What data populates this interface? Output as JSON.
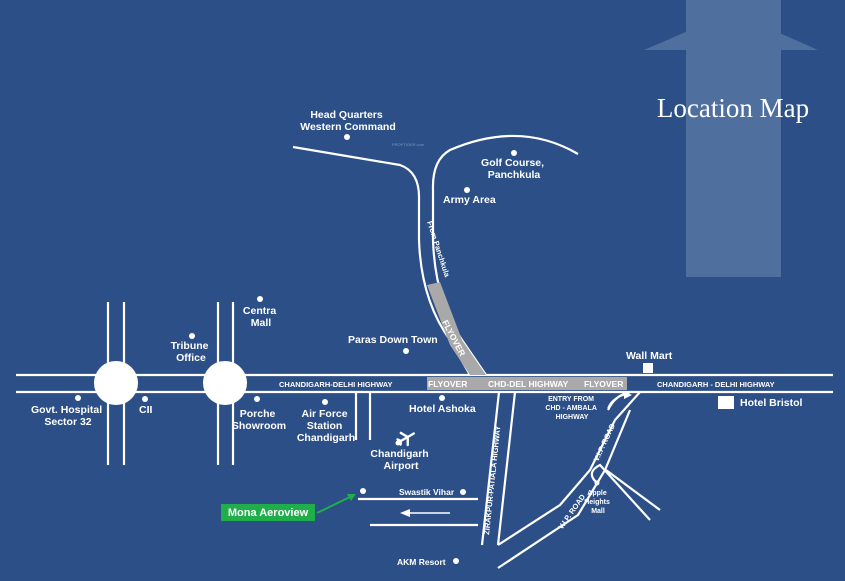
{
  "title": "Location Map",
  "watermark": "PROPTIGER.com",
  "colors": {
    "background": "#2b4f86",
    "road": "#ffffff",
    "flyover": "#a9a9a9",
    "highlight": "#1fae4a",
    "arrow_band": "#4f6f9f"
  },
  "landmarks": {
    "hq_western_command": [
      "Head Quarters",
      "Western Command"
    ],
    "golf_course": [
      "Golf Course,",
      "Panchkula"
    ],
    "army_area": "Army Area",
    "centra_mall": [
      "Centra",
      "Mall"
    ],
    "tribune_office": [
      "Tribune",
      "Office"
    ],
    "paras_down_town": "Paras Down Town",
    "wall_mart": "Wall Mart",
    "govt_hospital": [
      "Govt. Hospital",
      "Sector 32"
    ],
    "cii": "CII",
    "porche_showroom": [
      "Porche",
      "Showroom"
    ],
    "air_force_station": [
      "Air Force",
      "Station",
      "Chandigarh"
    ],
    "hotel_ashoka": "Hotel Ashoka",
    "hotel_bristol": "Hotel Bristol",
    "chandigarh_airport": [
      "Chandigarh",
      "Airport"
    ],
    "entry_from": [
      "ENTRY FROM",
      "CHD - AMBALA",
      "HIGHWAY"
    ],
    "apple_heights": [
      "Apple",
      "Heights",
      "Mall"
    ],
    "swastik_vihar": "Swastik Vihar",
    "akm_resort": "AKM Resort",
    "mona_aeroview": "Mona Aeroview"
  },
  "roads": {
    "from_panchkula": "From Panchkula",
    "flyover_vertical": "FLYOVER",
    "chd_delhi_highway_left": "CHANDIGARH-DELHI HIGHWAY",
    "flyover_1": "FLYOVER",
    "chd_del_highway": "CHD-DEL HIGHWAY",
    "flyover_2": "FLYOVER",
    "chd_delhi_highway_right": "CHANDIGARH - DELHI HIGHWAY",
    "zirakpur_patiala": "ZIRAKPUR-PATIALA HIGHWAY",
    "vip_road_1": "V.I.P. ROAD",
    "vip_road_2": "V.I.P. ROAD"
  }
}
